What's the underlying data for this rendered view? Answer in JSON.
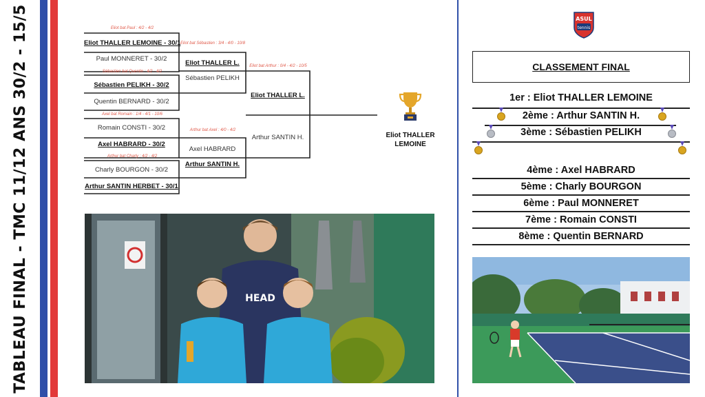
{
  "side_title": "TABLEAU FINAL - TMC 11/12 ANS 30/2 - 15/5",
  "colors": {
    "blue": "#2f4fa8",
    "red": "#e23a3a",
    "divider": "#2f4fa8",
    "medal_gold": "#d9a520",
    "medal_silver": "#b8bcc4",
    "court_blue": "#3a4f8a",
    "court_green": "#3c9a5a"
  },
  "bracket": {
    "round1": [
      {
        "note": "Eliot bat Paul : 4/2 - 4/2",
        "top": "Eliot THALLER LEMOINE - 30/1",
        "bottom": "Paul MONNERET - 30/2",
        "winner": "top"
      },
      {
        "note": "Sébastien bat Quentin : 4/2 - 4/2",
        "top": "Sébastien PELIKH - 30/2",
        "bottom": "Quentin BERNARD - 30/2",
        "winner": "top"
      },
      {
        "note": "Axel bat Romain : 1/4 - 4/1 - 10/6",
        "top": "Romain CONSTI - 30/2",
        "bottom": "Axel HABRARD - 30/2",
        "winner": "bottom"
      },
      {
        "note": "Arthur bat Charly : 4/2 - 4/2",
        "top": "Charly BOURGON - 30/2",
        "bottom": "Arthur SANTIN HERBET - 30/1",
        "winner": "bottom"
      }
    ],
    "round2": [
      {
        "note": "Eliot bat Sébastien : 3/4 - 4/0 - 10/8",
        "top": "Eliot THALLER L.",
        "bottom": "Sébastien PELIKH",
        "winner": "top"
      },
      {
        "note": "Arthur bat Axel : 4/0 - 4/2",
        "top": "Axel HABRARD",
        "bottom": "Arthur SANTIN H.",
        "winner": "bottom"
      }
    ],
    "final": {
      "note": "Eliot bat Arthur : 0/4 - 4/2 - 10/5",
      "top": "Eliot THALLER L.",
      "bottom": "Arthur SANTIN H.",
      "winner": "top"
    },
    "champion": {
      "line1": "Eliot THALLER",
      "line2": "LEMOINE"
    }
  },
  "classement": {
    "title": "CLASSEMENT FINAL",
    "ranks": [
      "1er : Eliot THALLER LEMOINE",
      "2ème : Arthur SANTIN H.",
      "3ème : Sébastien PELIKH",
      "4ème : Axel HABRARD",
      "5ème : Charly BOURGON",
      "6ème : Paul MONNERET",
      "7ème : Romain CONSTI",
      "8ème : Quentin BERNARD"
    ]
  },
  "logo": {
    "line1": "ASUL",
    "line2": "tennis"
  },
  "photo_group": {
    "shirt_text": "HEAD"
  },
  "icons": [
    "trophy-icon",
    "gold-medal-icon",
    "silver-medal-icon",
    "club-logo"
  ]
}
